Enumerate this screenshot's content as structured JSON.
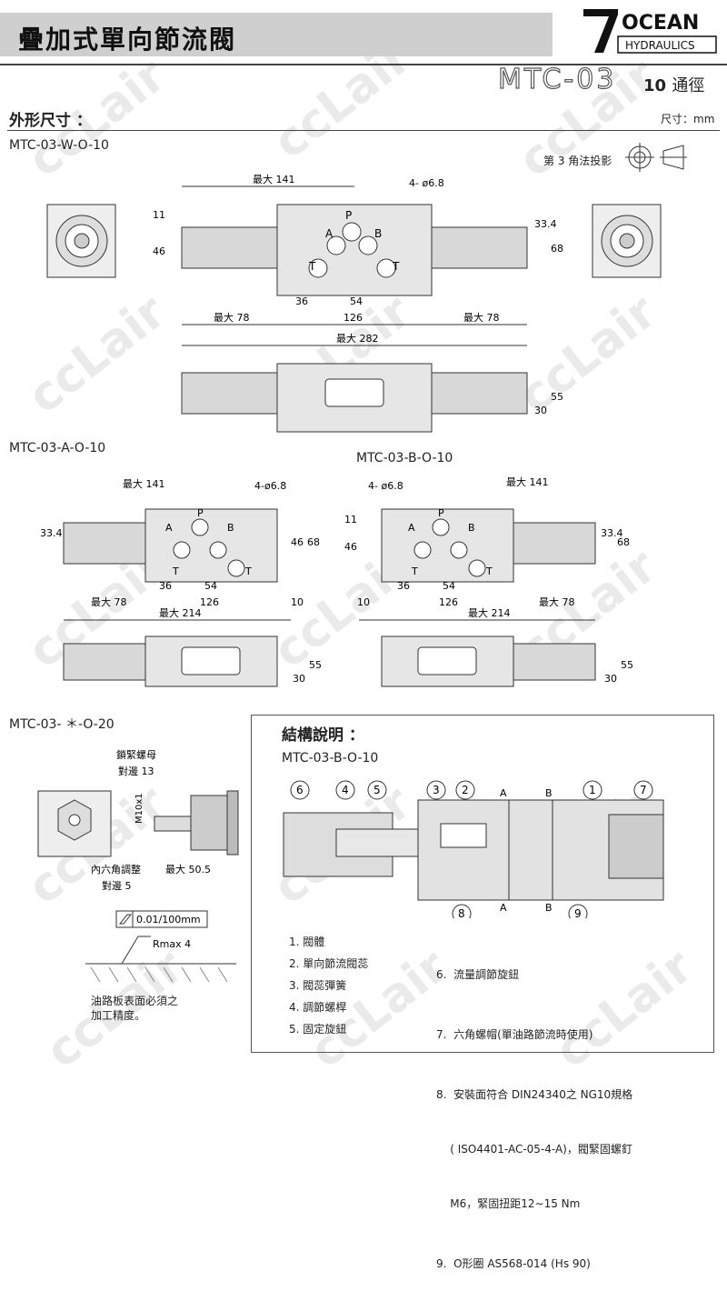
{
  "header": {
    "title": "疊加式單向節流閥",
    "logo_brand": "OCEAN",
    "logo_sub": "HYDRAULICS",
    "model": "MTC-03",
    "size_num": "10",
    "size_unit": "通徑"
  },
  "section": {
    "title": "外形尺寸 ：",
    "unit_note": "尺寸：mm"
  },
  "projection": {
    "label": "第 3 角法投影"
  },
  "views": {
    "w_label": "MTC-03-W-O-10",
    "a_label": "MTC-03-A-O-10",
    "b_label": "MTC-03-B-O-10",
    "s_label": "MTC-03- ＊-O-20"
  },
  "dims": {
    "max141": "最大 141",
    "hole": "4- ø6.8",
    "hole2": "4-ø6.8",
    "d36": "36",
    "d54": "54",
    "d126": "126",
    "max78": "最大 78",
    "max282": "最大 282",
    "max214": "最大 214",
    "d11": "11",
    "d46": "46",
    "d33": "33.4",
    "d68": "68",
    "d30": "30",
    "d55": "55",
    "d10": "10",
    "pP": "P",
    "pA": "A",
    "pB": "B",
    "pT": "T"
  },
  "detail": {
    "lock_nut": "鎖緊螺母",
    "across13": "對邊 13",
    "m10": "M10x1",
    "hex_adjust": "內六角調整",
    "across5": "對邊 5",
    "max505": "最大 50.5",
    "flatness": "0.01/100mm",
    "rmax": "Rmax 4",
    "note1": "油路板表面必須之",
    "note2": "加工精度。"
  },
  "structure": {
    "title": "結構說明 ：",
    "model": "MTC-03-B-O-10",
    "callouts": [
      "6",
      "4",
      "5",
      "3",
      "2",
      "1",
      "7",
      "8",
      "9"
    ],
    "ab_top": [
      "A",
      "B"
    ],
    "ab_bottom": [
      "A",
      "B"
    ],
    "parts_left": [
      "1.  閥體",
      "2.  單向節流閥蕊",
      "3.  閥蕊彈簧",
      "4.  調節螺桿",
      "5.  固定旋鈕"
    ],
    "parts_right": [
      "6.  流量調節旋鈕",
      "7.  六角螺帽(單油路節流時使用)",
      "8.  安裝面符合 DIN24340之 NG10規格",
      "    ( ISO4401-AC-05-4-A)，閥緊固螺釘",
      "    M6，緊固扭距12∼15 Nm",
      "9.  O形圈 AS568-014 (Hs 90)"
    ]
  },
  "watermark": "ccLair"
}
